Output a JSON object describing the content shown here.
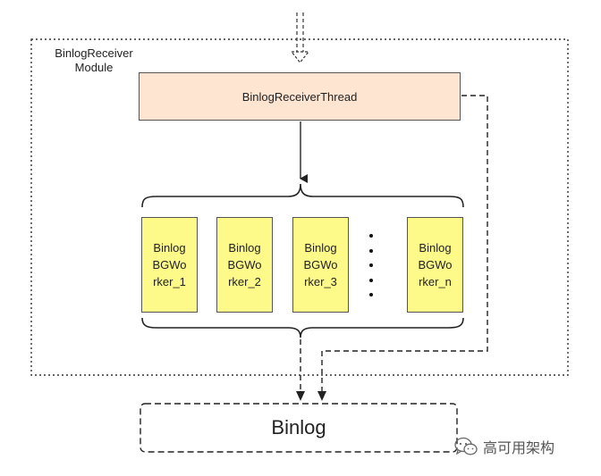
{
  "module": {
    "label_line1": "BinlogReceiver",
    "label_line2": "Module"
  },
  "thread": {
    "label": "BinlogReceiverThread"
  },
  "workers": [
    {
      "line1": "Binlog",
      "line2": "BGWo",
      "line3": "rker_1"
    },
    {
      "line1": "Binlog",
      "line2": "BGWo",
      "line3": "rker_2"
    },
    {
      "line1": "Binlog",
      "line2": "BGWo",
      "line3": "rker_3"
    },
    {
      "line1": "Binlog",
      "line2": "BGWo",
      "line3": "rker_n"
    }
  ],
  "ellipsis": "⋮",
  "binlog": {
    "label": "Binlog"
  },
  "watermark": {
    "icon": "wechat-icon",
    "text": "高可用架构"
  }
}
